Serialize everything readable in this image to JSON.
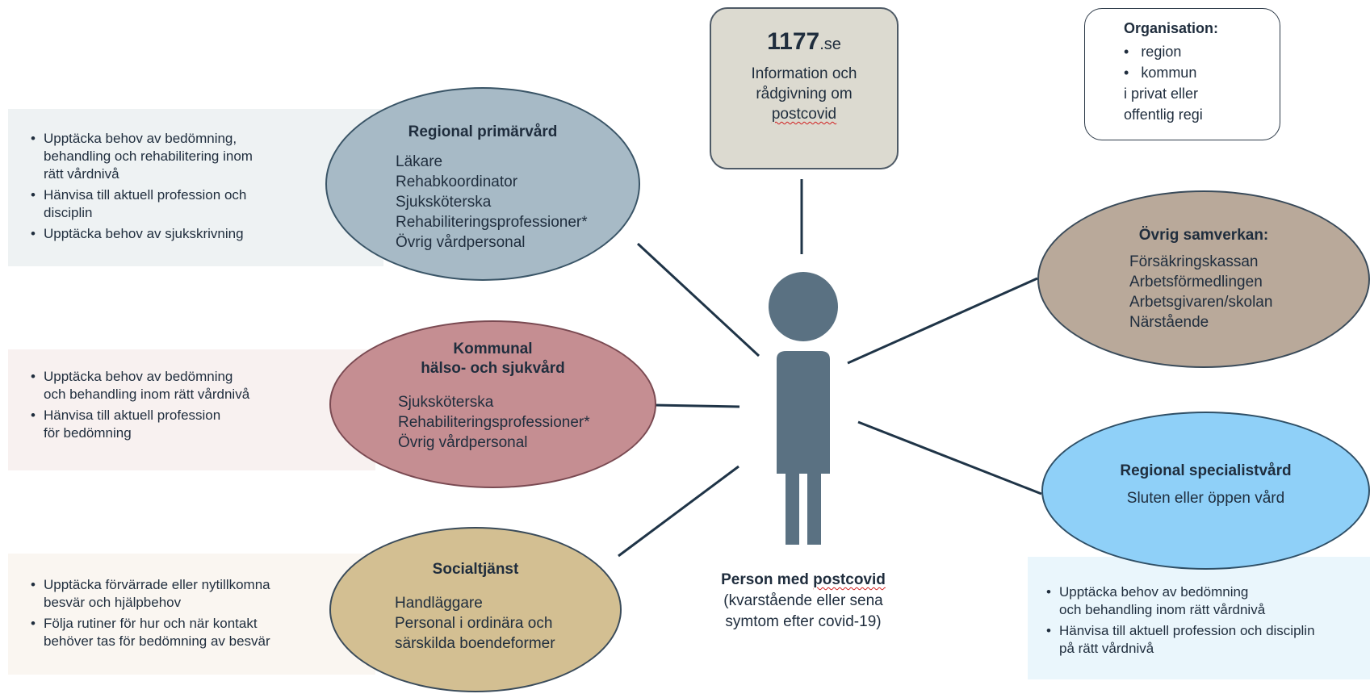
{
  "top_box": {
    "brand_number": "1177",
    "brand_suffix": ".se",
    "line1": "Information och",
    "line2": "rådgivning om",
    "line3": "postcovid"
  },
  "organisation": {
    "title": "Organisation:",
    "items": [
      "region",
      "kommun"
    ],
    "note_line1": "i privat eller",
    "note_line2": "offentlig regi"
  },
  "regional_primarvard": {
    "title": "Regional primärvård",
    "items": [
      "Läkare",
      "Rehabkoordinator",
      "Sjuksköterska",
      "Rehabiliteringsprofessioner*",
      "Övrig vårdpersonal"
    ],
    "bullets": [
      [
        "Upptäcka behov av bedömning,",
        "behandling och rehabilitering inom",
        "rätt vårdnivå"
      ],
      [
        "Hänvisa till aktuell profession och",
        "disciplin"
      ],
      [
        "Upptäcka behov av sjukskrivning"
      ]
    ]
  },
  "kommunal": {
    "title_line1": "Kommunal",
    "title_line2": "hälso- och sjukvård",
    "items": [
      "Sjuksköterska",
      "Rehabiliteringsprofessioner*",
      "Övrig vårdpersonal"
    ],
    "bullets": [
      [
        "Upptäcka behov av bedömning",
        "och behandling inom rätt vårdnivå"
      ],
      [
        "Hänvisa till aktuell profession",
        "för bedömning"
      ]
    ]
  },
  "socialtjanst": {
    "title": "Socialtjänst",
    "items": [
      "Handläggare",
      "Personal i ordinära och",
      "särskilda boendeformer"
    ],
    "bullets": [
      [
        "Upptäcka förvärrade eller nytillkomna",
        "besvär och hjälpbehov"
      ],
      [
        "Följa rutiner för hur och när kontakt",
        "behöver tas för bedömning av besvär"
      ]
    ]
  },
  "ovrig_samverkan": {
    "title": "Övrig samverkan:",
    "items": [
      "Försäkringskassan",
      "Arbetsförmedlingen",
      "Arbetsgivaren/skolan",
      "Närstående"
    ]
  },
  "regional_specialistvard": {
    "title": "Regional specialistvård",
    "subtitle": "Sluten eller öppen vård",
    "bullets": [
      [
        "Upptäcka behov av bedömning",
        "och behandling inom rätt vårdnivå"
      ],
      [
        "Hänvisa till aktuell profession och disciplin",
        "på rätt vårdnivå"
      ]
    ]
  },
  "person": {
    "label_prefix": "Person med ",
    "label_word": "postcovid",
    "line2": "(kvarstående eller sena",
    "line3": "symtom efter covid-19)"
  },
  "colors": {
    "primarvard": "#a7bac6",
    "kommunal": "#c58e92",
    "socialtjanst": "#d3bf92",
    "samverkan": "#b9a99a",
    "specialistvard": "#8fd0f8",
    "person": "#5a7182",
    "panel_gray": "#eef2f3",
    "panel_pink": "#f8f1f0",
    "panel_cream": "#faf6f1",
    "panel_blue": "#eaf6fc",
    "box_1177": "#dcdad0"
  }
}
